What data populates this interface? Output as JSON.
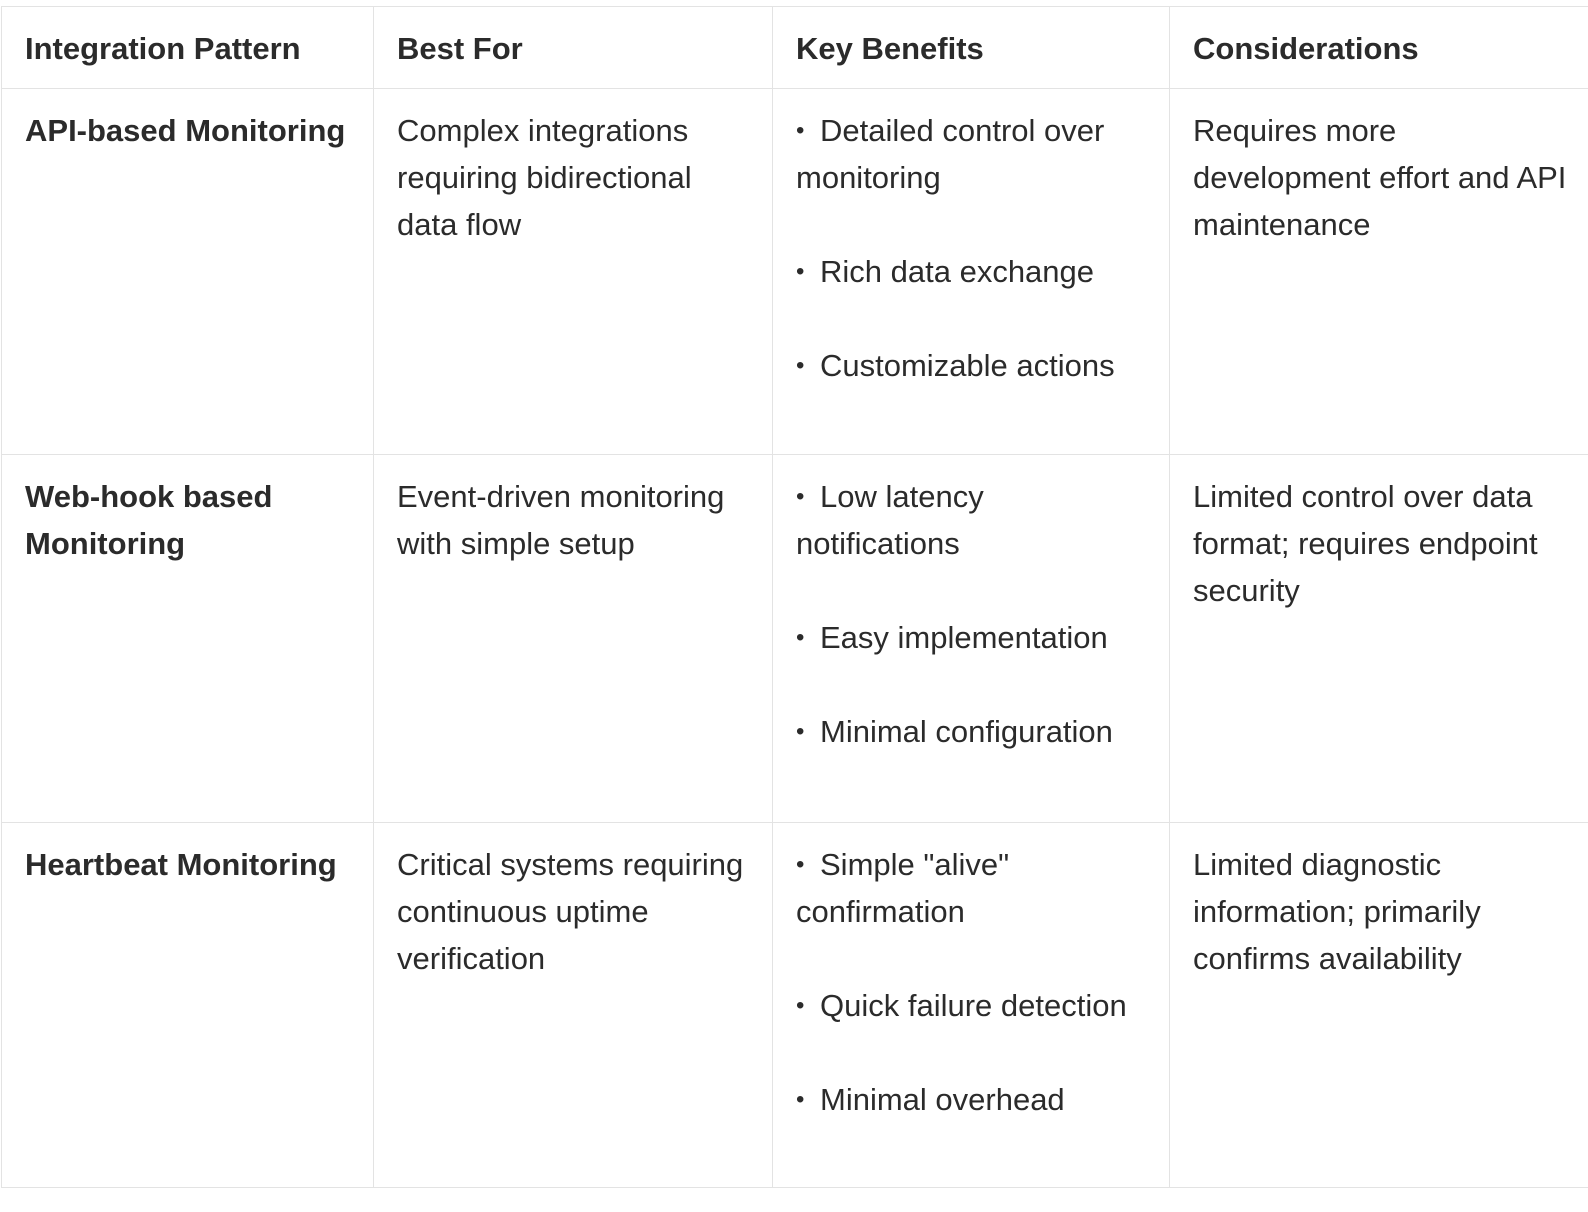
{
  "table": {
    "headers": [
      "Integration Pattern",
      "Best For",
      "Key Benefits",
      "Considerations"
    ],
    "rows": [
      {
        "pattern": "API-based Monitoring",
        "best_for": "Complex integrations requiring bidirectional data flow",
        "benefits": [
          "Detailed control over monitoring",
          "Rich data exchange",
          "Customizable actions"
        ],
        "considerations": "Requires more development effort and API maintenance"
      },
      {
        "pattern": "Web-hook based Monitoring",
        "best_for": "Event-driven monitoring with simple setup",
        "benefits": [
          "Low latency notifications",
          "Easy implementation",
          "Minimal configuration"
        ],
        "considerations": "Limited control over data format; requires endpoint security"
      },
      {
        "pattern": "Heartbeat Monitoring",
        "best_for": "Critical systems requiring continuous uptime verification",
        "benefits": [
          "Simple \"alive\" confirmation",
          "Quick failure detection",
          "Minimal overhead"
        ],
        "considerations": "Limited diagnostic information; primarily confirms availability"
      }
    ],
    "bullet_glyph": "•"
  }
}
